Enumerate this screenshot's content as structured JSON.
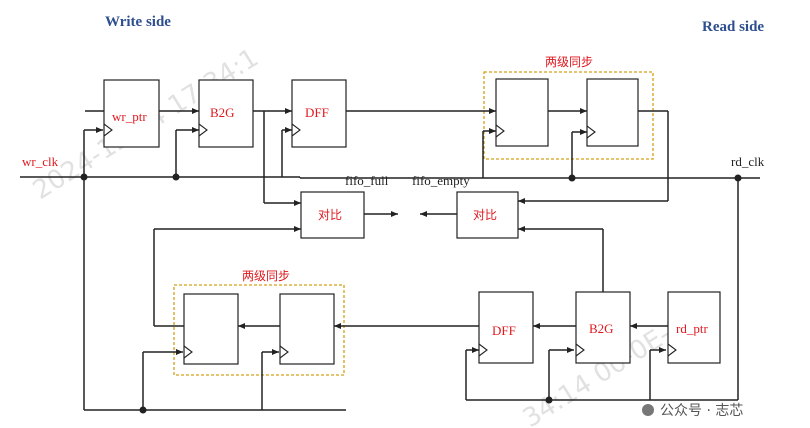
{
  "header": {
    "write_side": "Write side",
    "read_side": "Read side"
  },
  "blocks": {
    "wr_ptr": "wr_ptr",
    "wr_b2g": "B2G",
    "wr_dff": "DFF",
    "rd_ptr": "rd_ptr",
    "rd_b2g": "B2G",
    "rd_dff": "DFF",
    "compare_full": "对比",
    "compare_empty": "对比"
  },
  "sync_groups": {
    "top_label": "两级同步",
    "bottom_label": "两级同步"
  },
  "signals": {
    "wr_clk": "wr_clk",
    "rd_clk": "rd_clk",
    "fifo_full": "fifo_full",
    "fifo_empty": "fifo_empty"
  },
  "watermark": {
    "date_top": "2024-12-04 17:34:1",
    "date_bottom": "34:14 00-0E-C6-7",
    "brand": "公众号 · 志芯"
  },
  "colors": {
    "side_title": "#2e4f8f",
    "label_red": "#e0191f",
    "sync_border": "#d4a017",
    "wire": "#222222"
  }
}
